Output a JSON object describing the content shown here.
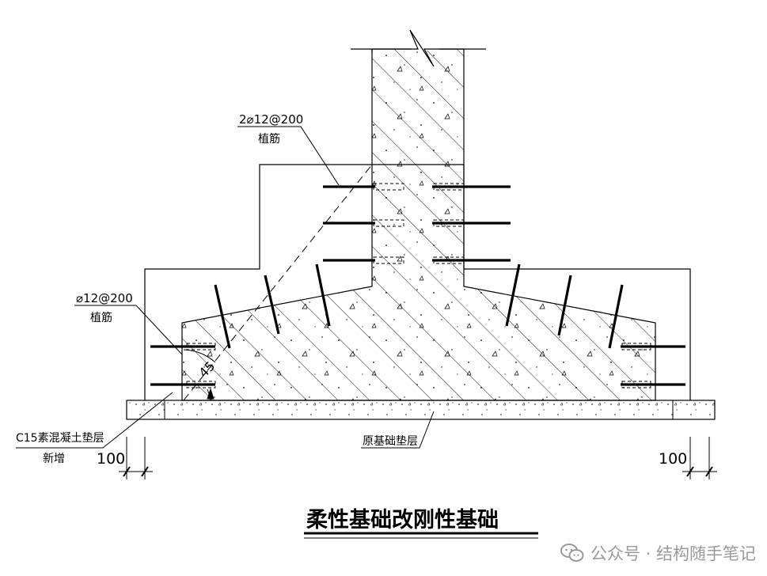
{
  "labels": {
    "upper_rebar_spec": "2⌀12@200",
    "upper_rebar_note": "植筋",
    "lower_rebar_spec": "⌀12@200",
    "lower_rebar_note": "植筋",
    "cushion_spec": "C15素混凝土垫层",
    "cushion_note": "新增",
    "original_cushion": "原基础垫层",
    "angle": "45",
    "dim_left": "100",
    "dim_right": "100",
    "title": "柔性基础改刚性基础"
  },
  "watermark": {
    "text": "公众号 · 结构随手笔记",
    "icon": "wechat-icon"
  },
  "colors": {
    "line": "#000000",
    "watermark": "#9a9a9a"
  }
}
